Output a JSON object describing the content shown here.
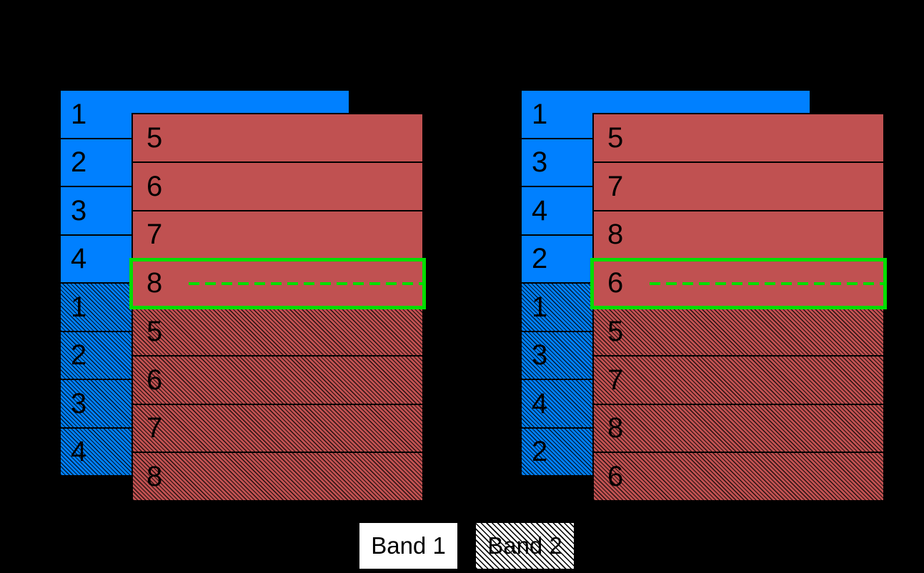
{
  "diagram": {
    "description": "Two band-interleaving layouts on black background",
    "colors": {
      "background": "#000000",
      "band_blue": "#0080FF",
      "band_red": "#C05151",
      "highlight_green": "#00DE00",
      "divider_black": "#000000",
      "legend_white": "#FFFFFF"
    },
    "panels": [
      {
        "name": "left",
        "blue_rows": [
          "1",
          "2",
          "3",
          "4",
          "1",
          "2",
          "3",
          "4"
        ],
        "red_rows": [
          "5",
          "6",
          "7",
          "8",
          "5",
          "6",
          "7",
          "8"
        ],
        "hatched_row_indices": [
          4,
          5,
          6,
          7
        ],
        "highlighted_red_row_index": 3,
        "highlighted_red_row_label": "8"
      },
      {
        "name": "right",
        "blue_rows": [
          "1",
          "3",
          "4",
          "2",
          "1",
          "3",
          "4",
          "2"
        ],
        "red_rows": [
          "5",
          "7",
          "8",
          "6",
          "5",
          "7",
          "8",
          "6"
        ],
        "hatched_row_indices": [
          4,
          5,
          6,
          7
        ],
        "highlighted_red_row_index": 3,
        "highlighted_red_row_label": "6"
      }
    ],
    "legend": {
      "band1_label": "Band 1",
      "band2_label": "Band 2"
    }
  }
}
